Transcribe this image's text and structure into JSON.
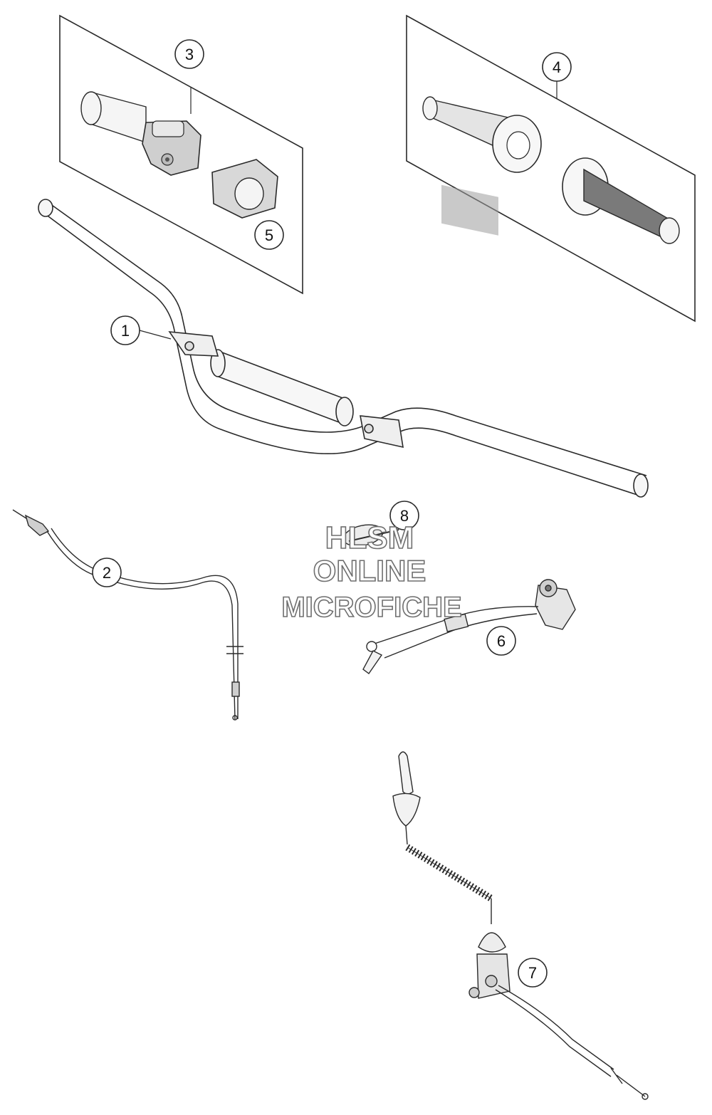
{
  "callouts": [
    "1",
    "2",
    "3",
    "4",
    "5",
    "6",
    "7",
    "8"
  ],
  "watermark": {
    "line1": "HLSM",
    "line2": "ONLINE",
    "line3": "MICROFICHE"
  },
  "colors": {
    "line": "#2a2a2a",
    "part_fill": "#f7f7f7",
    "shade": "#8a8a8a",
    "watermark_stroke": "#6f6f6f"
  }
}
